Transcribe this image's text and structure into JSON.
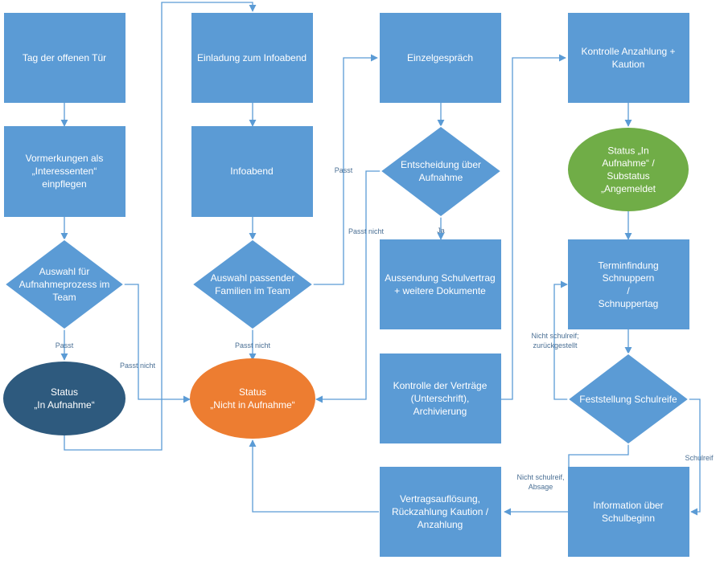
{
  "colors": {
    "process": "#5b9bd5",
    "status_dark": "#2e5a7e",
    "status_orange": "#ed7d31",
    "status_green": "#70ad47",
    "connector": "#5b9bd5"
  },
  "nodes": {
    "tag_offen": [
      "Tag der offenen Tür"
    ],
    "vormerkungen": [
      "Vormerkungen als",
      "„Interessenten“",
      "einpflegen"
    ],
    "auswahl_aufnahme": [
      "Auswahl für",
      "Aufnahmeprozess im",
      "Team"
    ],
    "status_in_aufnahme": [
      "Status",
      "„In Aufnahme“"
    ],
    "einladung": [
      "Einladung zum Infoabend"
    ],
    "infoabend": [
      "Infoabend"
    ],
    "auswahl_familien": [
      "Auswahl passender",
      "Familien im Team"
    ],
    "status_nicht": [
      "Status",
      "„Nicht in Aufnahme“"
    ],
    "einzelgespraech": [
      "Einzelgespräch"
    ],
    "entscheidung": [
      "Entscheidung über",
      "Aufnahme"
    ],
    "aussendung": [
      "Aussendung Schulvertrag",
      "+ weitere Dokumente"
    ],
    "kontrolle_vertraege": [
      "Kontrolle der Verträge",
      "(Unterschrift),",
      "Archivierung"
    ],
    "vertragsaufloesung": [
      "Vertragsauflösung,",
      "Rückzahlung Kaution /",
      "Anzahlung"
    ],
    "kontrolle_anzahlung": [
      "Kontrolle Anzahlung +",
      "Kaution"
    ],
    "status_angemeldet": [
      "Status „In",
      "Aufnahme“ /",
      "Substatus",
      "„Angemeldet"
    ],
    "terminfindung": [
      "Terminfindung",
      "Schnuppern",
      "/",
      "Schnuppertag"
    ],
    "feststellung": [
      "Feststellung Schulreife"
    ],
    "information": [
      "Information über",
      "Schulbeginn"
    ]
  },
  "edge_labels": {
    "passt_1": [
      "Passt"
    ],
    "passt_nicht_1": [
      "Passt nicht"
    ],
    "passt_nicht_2": [
      "Passt nicht"
    ],
    "passt_2": [
      "Passt"
    ],
    "passt_nicht_3": [
      "Passt nicht"
    ],
    "ja": [
      "Ja"
    ],
    "nicht_schulreif_zurueck": [
      "Nicht schulreif;",
      "zurückgestellt"
    ],
    "nicht_schulreif_absage": [
      "Nicht schulreif,",
      "Absage"
    ],
    "schulreif": [
      "Schulreif"
    ]
  }
}
